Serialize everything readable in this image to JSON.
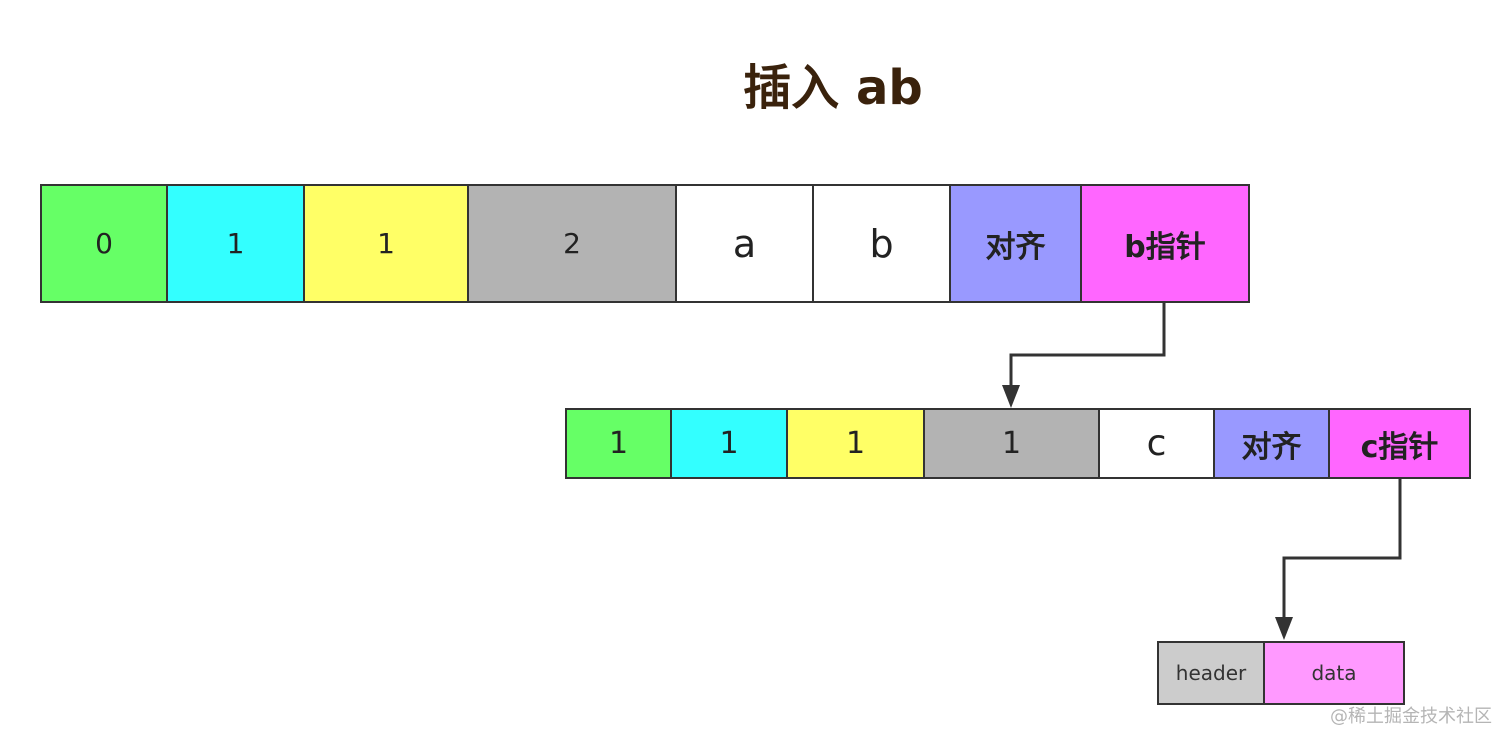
{
  "title": "插入 ab",
  "row1": {
    "cells": [
      {
        "label": "0",
        "color": "#66ff66"
      },
      {
        "label": "1",
        "color": "#33ffff"
      },
      {
        "label": "1",
        "color": "#ffff66"
      },
      {
        "label": "2",
        "color": "#b3b3b3"
      },
      {
        "label": "a",
        "color": "#ffffff"
      },
      {
        "label": "b",
        "color": "#ffffff"
      },
      {
        "label": "对齐",
        "color": "#9999ff"
      },
      {
        "label": "b指针",
        "color": "#ff66ff"
      }
    ]
  },
  "row2": {
    "cells": [
      {
        "label": "1",
        "color": "#66ff66"
      },
      {
        "label": "1",
        "color": "#33ffff"
      },
      {
        "label": "1",
        "color": "#ffff66"
      },
      {
        "label": "1",
        "color": "#b3b3b3"
      },
      {
        "label": "c",
        "color": "#ffffff"
      },
      {
        "label": "对齐",
        "color": "#9999ff"
      },
      {
        "label": "c指针",
        "color": "#ff66ff"
      }
    ]
  },
  "row3": {
    "cells": [
      {
        "label": "header",
        "color": "#cccccc"
      },
      {
        "label": "data",
        "color": "#ff99ff"
      }
    ]
  },
  "arrow_color": "#333333",
  "watermark": "@稀土掘金技术社区"
}
